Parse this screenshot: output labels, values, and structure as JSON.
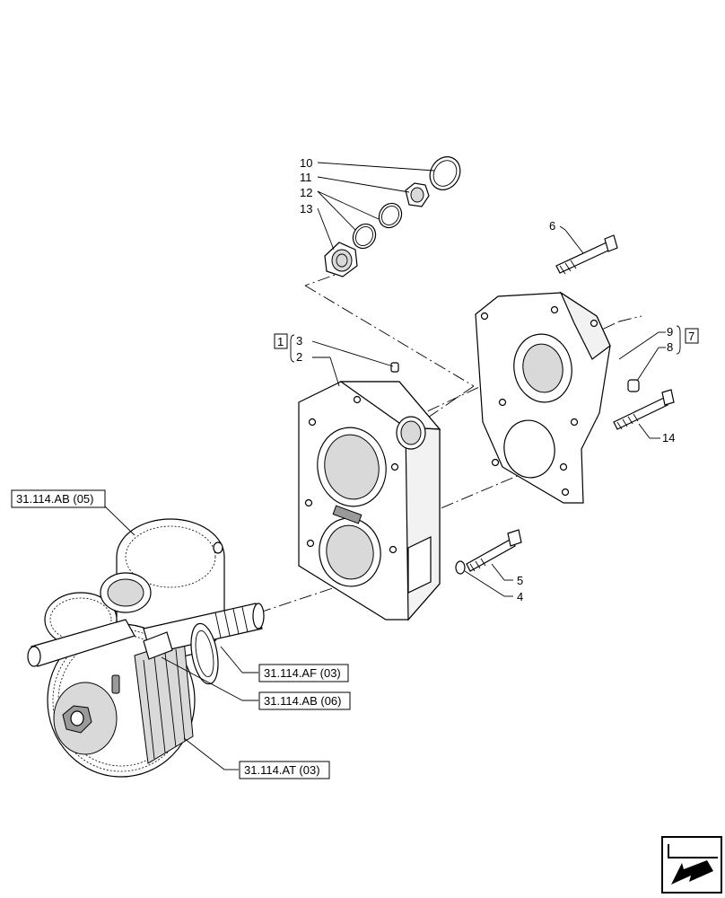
{
  "callouts": {
    "c1": "1",
    "c2": "2",
    "c3": "3",
    "c4": "4",
    "c5": "5",
    "c6": "6",
    "c7": "7",
    "c8": "8",
    "c9": "9",
    "c10": "10",
    "c11": "11",
    "c12": "12",
    "c13": "13",
    "c14": "14"
  },
  "references": {
    "ab05": "31.114.AB (05)",
    "af03": "31.114.AF (03)",
    "ab06": "31.114.AB (06)",
    "at03": "31.114.AT (03)"
  },
  "nav_icon": "arrow-icon",
  "colors": {
    "line": "#000000",
    "background": "#ffffff",
    "shade": "#d9d9d9"
  }
}
